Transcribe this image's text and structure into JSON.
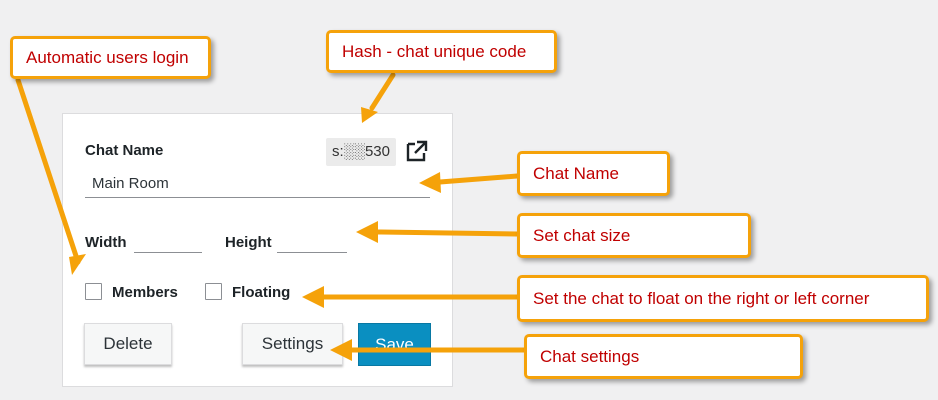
{
  "form": {
    "chat_name_label": "Chat Name",
    "hash_value": "s:░░530",
    "chat_name_value": "Main Room",
    "width_label": "Width",
    "height_label": "Height",
    "members_label": "Members",
    "floating_label": "Floating",
    "members_checked": false,
    "floating_checked": false
  },
  "buttons": {
    "delete_label": "Delete",
    "settings_label": "Settings",
    "save_label": "Save"
  },
  "icons": {
    "open_external": "external-link-icon"
  },
  "callouts": {
    "auto_login": "Automatic users login",
    "hash": "Hash - chat unique code",
    "chat_name": "Chat Name",
    "chat_size": "Set chat size",
    "floating": "Set the chat to float on the right or left corner",
    "settings": "Chat settings"
  },
  "colors": {
    "callout_border": "#f5a20a",
    "callout_text": "#c00000",
    "primary_button": "#0a8fc1",
    "background": "#f0f0f1"
  }
}
